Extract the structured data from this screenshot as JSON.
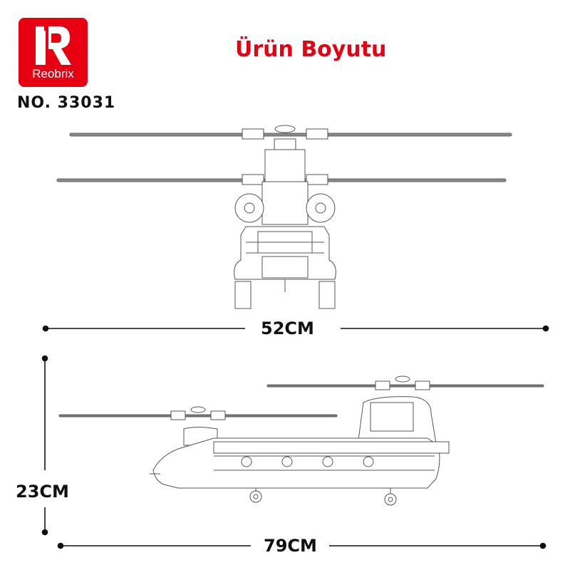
{
  "brand": {
    "logo_letter": "R",
    "name": "Reobrix",
    "color": "#e60012"
  },
  "product": {
    "model_number": "NO. 33031"
  },
  "header": {
    "title": "Ürün Boyutu"
  },
  "dimensions": {
    "front_width": "52CM",
    "side_height": "23CM",
    "side_length": "79CM"
  },
  "views": {
    "front": "front-view-helicopter",
    "side": "side-view-helicopter"
  }
}
